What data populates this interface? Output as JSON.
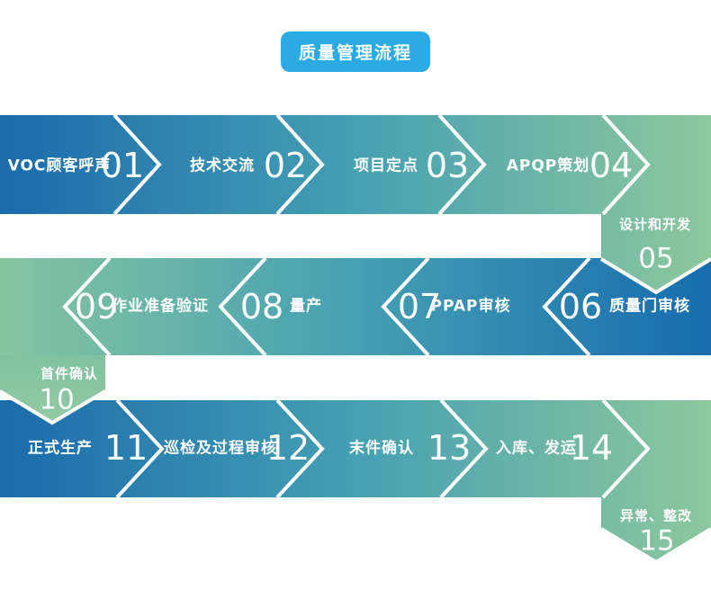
{
  "title": "质量管理流程",
  "steps": [
    {
      "num": "01",
      "label": "VOC顾客呼声"
    },
    {
      "num": "02",
      "label": "技术交流"
    },
    {
      "num": "03",
      "label": "项目定点"
    },
    {
      "num": "04",
      "label": "APQP策划"
    },
    {
      "num": "05",
      "label": "设计和开发"
    },
    {
      "num": "06",
      "label": "质量门审核"
    },
    {
      "num": "07",
      "label": "PPAP审核"
    },
    {
      "num": "08",
      "label": "量产"
    },
    {
      "num": "09",
      "label": "作业准备验证"
    },
    {
      "num": "10",
      "label": "首件确认"
    },
    {
      "num": "11",
      "label": "正式生产"
    },
    {
      "num": "12",
      "label": "巡检及过程审核"
    },
    {
      "num": "13",
      "label": "末件确认"
    },
    {
      "num": "14",
      "label": "入库、发运"
    },
    {
      "num": "15",
      "label": "异常、整改"
    }
  ],
  "colors": {
    "title_bg": "#2aabe3",
    "flow_blue": "#1a6bac",
    "flow_teal": "#45a0b3",
    "flow_green": "#8dc89c",
    "pentagon_green": "#84c4a1",
    "separator": "#ffffff",
    "text": "#ffffff"
  }
}
